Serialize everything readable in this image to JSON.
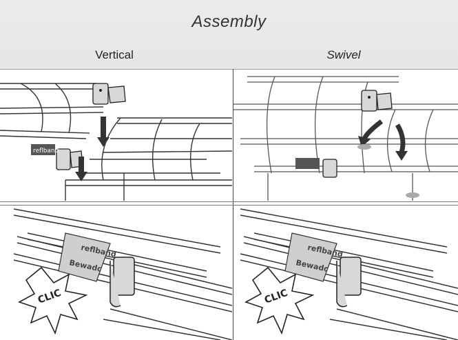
{
  "header": {
    "title": "Assembly",
    "columns": [
      "Vertical",
      "Swivel"
    ]
  },
  "labels": {
    "brand_top": "reflband",
    "brand_bottom": "Bewadc",
    "clic": "CLIC"
  },
  "colors": {
    "header_bg": "#e8e8e8",
    "line": "#333333",
    "divider": "#444444"
  },
  "icons": [
    "down-arrow-icon",
    "curved-arrow-icon",
    "click-burst-icon"
  ]
}
